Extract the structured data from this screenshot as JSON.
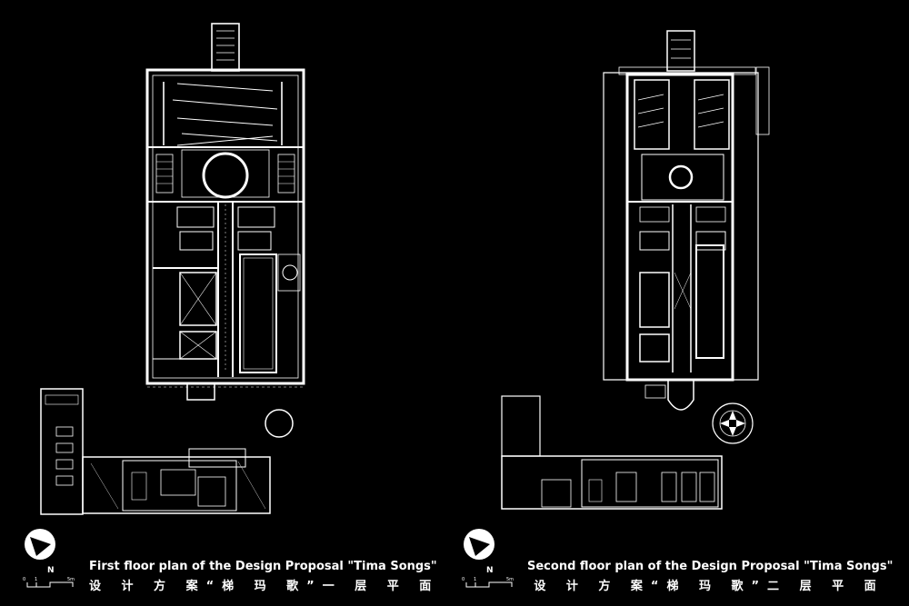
{
  "captions": {
    "first": {
      "en": "First floor plan of the Design Proposal \"Tima Songs\"",
      "cn": "设 计 方 案“梯 玛 歌”一 层 平 面"
    },
    "second": {
      "en": "Second floor plan of the Design Proposal \"Tima Songs\"",
      "cn": "设 计 方 案“梯 玛 歌”二 层 平 面"
    }
  },
  "north_arrow": {
    "label": "N"
  },
  "scale_bar": {
    "start": "0",
    "mid": "1",
    "end": "5m"
  },
  "colors": {
    "background": "#000000",
    "line": "#ffffff"
  }
}
